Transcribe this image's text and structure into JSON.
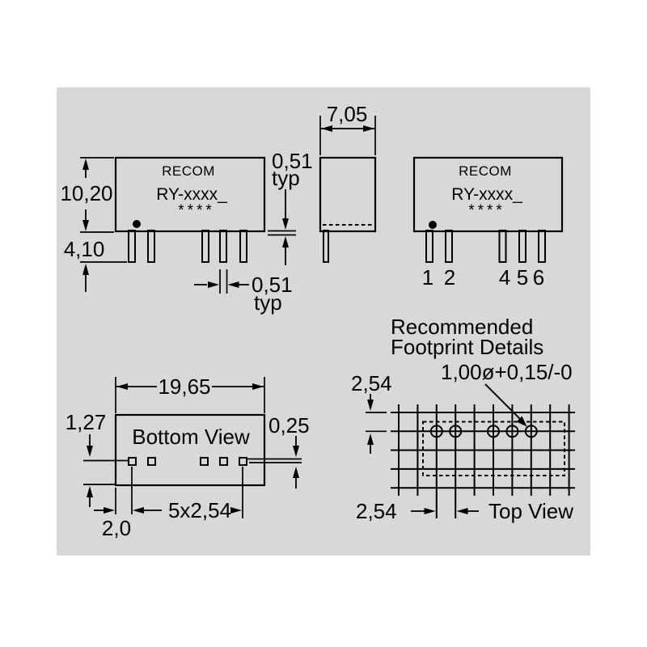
{
  "front_left": {
    "brand": "RECOM",
    "model": "RY-xxxx_",
    "marking": "****",
    "dim_body_height": "10,20",
    "dim_pin_length": "4,10",
    "dim_lead_thickness": "0,51",
    "dim_lead_thickness_qual": "typ",
    "dim_lead_width": "0,51",
    "dim_lead_width_qual": "typ"
  },
  "side": {
    "dim_body_depth": "7,05"
  },
  "front_right": {
    "brand": "RECOM",
    "model": "RY-xxxx_",
    "marking": "****",
    "pin_labels": [
      "1",
      "2",
      "4",
      "5",
      "6"
    ]
  },
  "bottom_view": {
    "caption": "Bottom View",
    "dim_body_width": "19,65",
    "dim_pin_row_offset": "1,27",
    "dim_pin_thickness": "0,25",
    "dim_pin_pitch": "5x2,54",
    "dim_pin1_edge_offset": "2,0"
  },
  "footprint": {
    "title_line1": "Recommended",
    "title_line2": "Footprint Details",
    "hole_spec": "1,00ø+0,15/-0",
    "dim_row_offset": "2,54",
    "dim_pitch": "2,54",
    "caption": "Top View"
  },
  "colors": {
    "panel": "#d8d8d8",
    "line": "#000000",
    "hole_fill": "#ffffff"
  }
}
